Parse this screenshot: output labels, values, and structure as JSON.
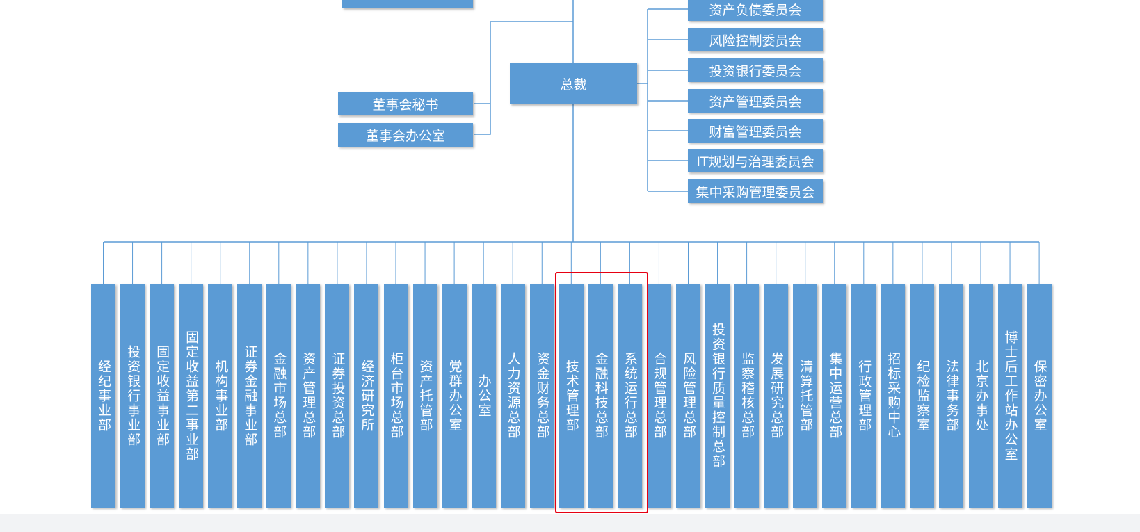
{
  "top_partial_box": "",
  "president": "总裁",
  "board_boxes": [
    "董事会秘书",
    "董事会办公室"
  ],
  "committees": [
    "资产负债委员会",
    "风险控制委员会",
    "投资银行委员会",
    "资产管理委员会",
    "财富管理委员会",
    "IT规划与治理委员会",
    "集中采购管理委员会"
  ],
  "departments": [
    "经纪事业部",
    "投资银行事业部",
    "固定收益事业部",
    "固定收益第二事业部",
    "机构事业部",
    "证券金融事业部",
    "金融市场总部",
    "资产管理总部",
    "证券投资总部",
    "经济研究所",
    "柜台市场总部",
    "资产托管部",
    "党群办公室",
    "办公室",
    "人力资源总部",
    "资金财务总部",
    "技术管理部",
    "金融科技总部",
    "系统运行总部",
    "合规管理总部",
    "风险管理总部",
    "投资银行质量控制总部",
    "监察稽核总部",
    "发展研究总部",
    "清算托管部",
    "集中运营总部",
    "行政管理部",
    "招标采购中心",
    "纪检监察室",
    "法律事务部",
    "北京办事处",
    "博士后工作站办公室",
    "保密办公室"
  ],
  "highlighted_departments": [
    "技术管理部",
    "金融科技总部",
    "系统运行总部"
  ],
  "colors": {
    "box": "#5b9bd5",
    "line": "#5b9bd5",
    "highlight": "#e60012",
    "footer": "#f2f3f5"
  }
}
